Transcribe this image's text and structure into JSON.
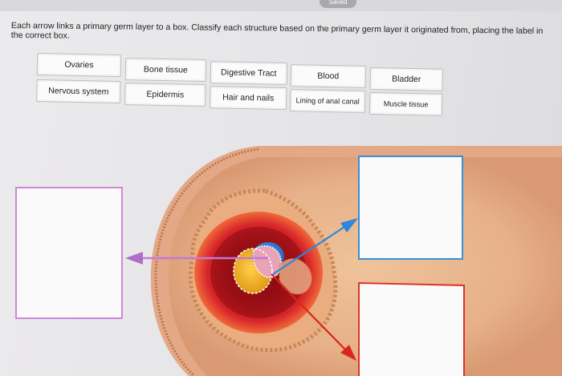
{
  "status": {
    "saved": "Saved"
  },
  "instructions": "Each arrow links a primary germ layer to a box. Classify each structure based on the primary germ layer it originated from, placing the label in the correct box.",
  "labels": [
    "Ovaries",
    "Bone tissue",
    "Digestive Tract",
    "Blood",
    "Bladder",
    "Nervous system",
    "Epidermis",
    "Hair and nails",
    "Lining of anal canal",
    "Muscle tissue"
  ],
  "drop_boxes": [
    {
      "layer_color": "#cf86db"
    },
    {
      "layer_color": "#3a8fd6"
    },
    {
      "layer_color": "#d9352b"
    }
  ],
  "arrow_colors": {
    "ectoderm": "#c07ad6",
    "endoderm": "#2e86de",
    "mesoderm": "#d8261c"
  }
}
